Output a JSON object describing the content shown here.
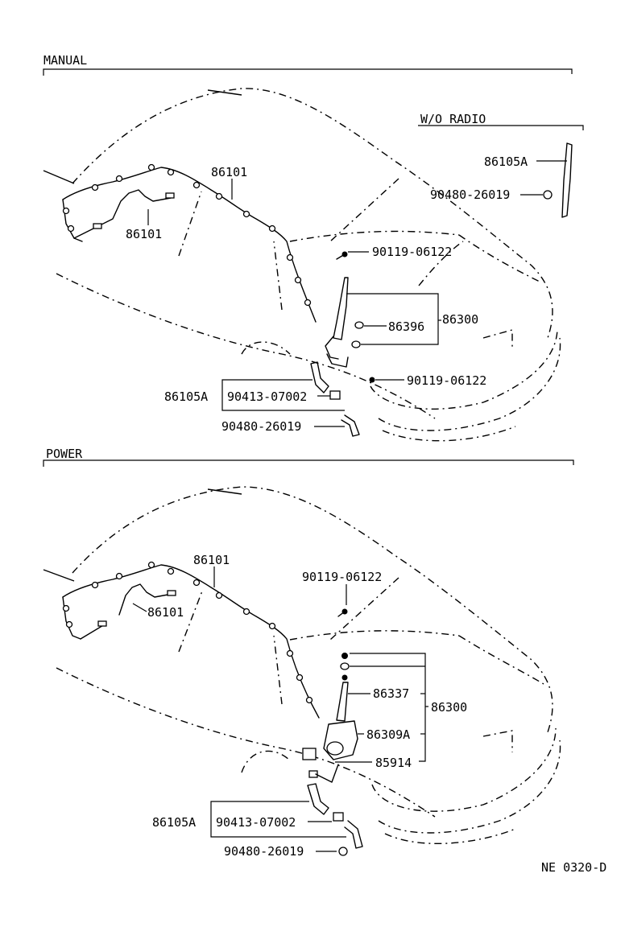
{
  "sections": {
    "manual": "MANUAL",
    "wo_radio": "W/O RADIO",
    "power": "POWER"
  },
  "manual_labels": {
    "wire_top": "86101",
    "wire_inner": "86101",
    "bolt_upper": "90119-06122",
    "antenna_assy": "86300",
    "nut": "86396",
    "bolt_lower": "90119-06122",
    "cord": "86105A",
    "connector": "90413-07002",
    "plug": "90480-26019"
  },
  "wo_radio_labels": {
    "cord": "86105A",
    "plug": "90480-26019"
  },
  "power_labels": {
    "wire_top": "86101",
    "wire_inner": "86101",
    "bolt": "90119-06122",
    "antenna_assy": "86300",
    "mast": "86337",
    "motor": "86309A",
    "relay": "85914",
    "cord": "86105A",
    "connector": "90413-07002",
    "plug": "90480-26019"
  },
  "figure_code": "NE 0320-D"
}
